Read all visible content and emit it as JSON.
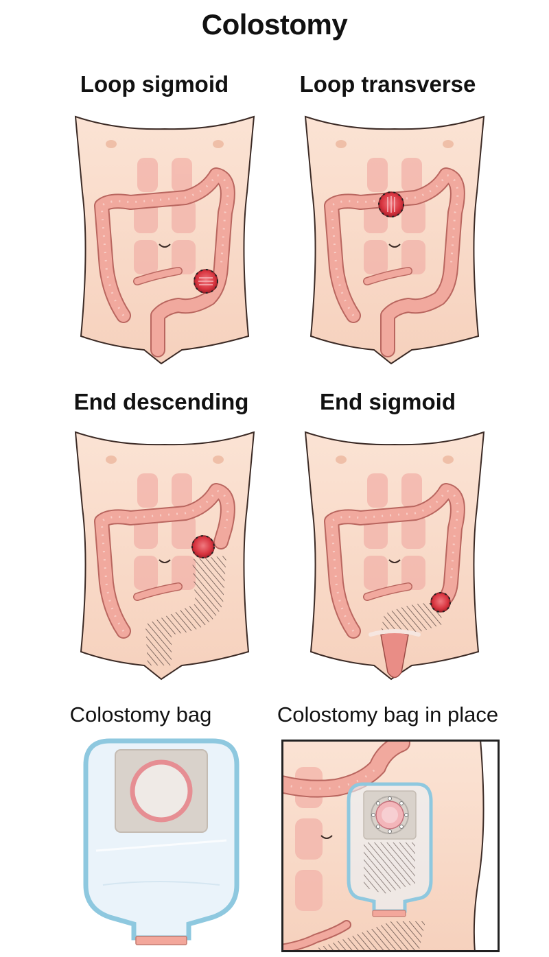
{
  "title": "Colostomy",
  "panels": [
    {
      "label": "Loop sigmoid"
    },
    {
      "label": "Loop transverse"
    },
    {
      "label": "End descending"
    },
    {
      "label": "End sigmoid"
    }
  ],
  "bag": {
    "label": "Colostomy bag"
  },
  "bag_in_place": {
    "label": "Colostomy bag in place"
  },
  "colors": {
    "skin": "#f7d6c3",
    "muscle": "#f0a9a0",
    "colon": "#f1a99e",
    "colon_outline": "#b9665f",
    "stoma": "#d83a45",
    "bag_outline": "#8ec8df",
    "bag_fill": "#eaf3fa",
    "flange": "#d9d2cb",
    "ring": "#e68e93"
  }
}
